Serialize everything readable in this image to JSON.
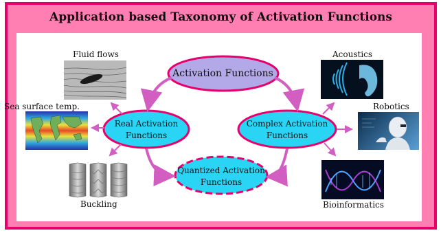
{
  "title": "Application based Taxonomy of Activation Functions",
  "nodes": {
    "root": "Activation Functions",
    "real": "Real Activation Functions",
    "complex": "Complex Activation Functions",
    "quantized": "Quantized Activation Functions"
  },
  "applications": {
    "fluid": "Fluid flows",
    "sea": "Sea surface temp.",
    "buckling": "Buckling",
    "acoustics": "Acoustics",
    "robotics": "Robotics",
    "bio": "Bioinformatics"
  },
  "colors": {
    "frame_fill": "#ff7fb2",
    "frame_border": "#e6006b",
    "root_fill": "#b3a9e8",
    "node_fill": "#29d4f5",
    "node_border": "#e6006b",
    "arrow": "#d35ec1"
  }
}
